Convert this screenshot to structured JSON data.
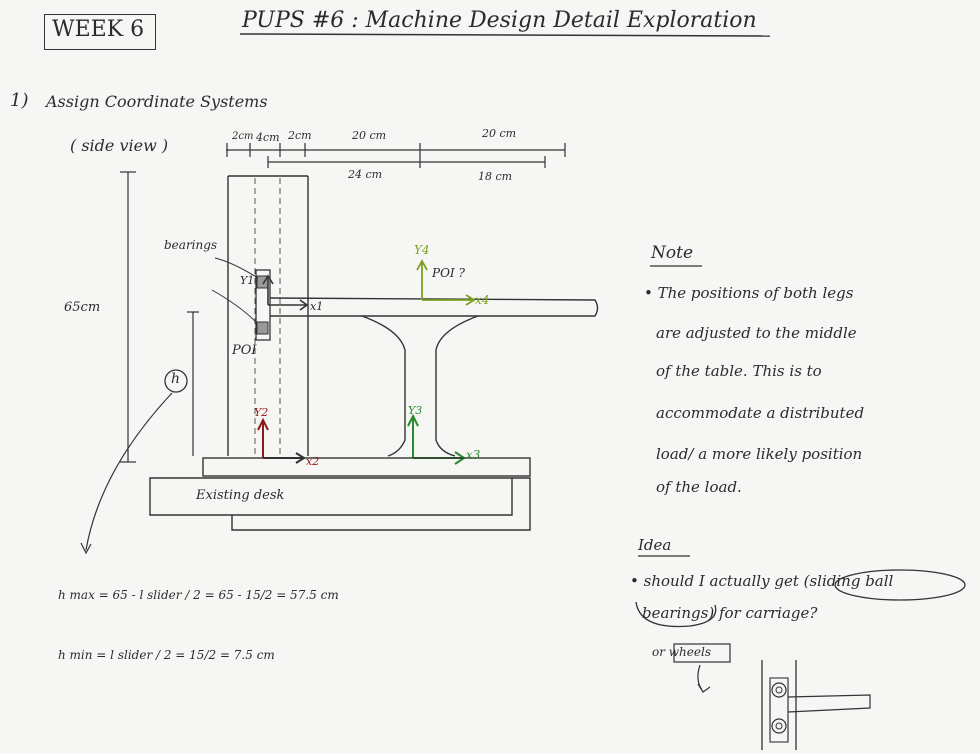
{
  "header": {
    "week": "WEEK 6",
    "title": "PUPS #6 : Machine Design Detail Exploration"
  },
  "section": {
    "number": "1)",
    "heading": "Assign Coordinate Systems",
    "view": "( side view )"
  },
  "dimensions": {
    "top": [
      "2cm",
      "4cm",
      "2cm",
      "20 cm",
      "20 cm"
    ],
    "bottom": [
      "24 cm",
      "18 cm"
    ],
    "height": "65cm"
  },
  "labels": {
    "bearings": "bearings",
    "y1": "Y1",
    "x1": "x1",
    "poi_left": "POI",
    "poi_right": "POI ?",
    "y4": "Y4",
    "x4": "x4",
    "y2": "Y2",
    "x2": "x2",
    "y3": "Y3",
    "x3": "x3",
    "h": "h",
    "desk": "Existing desk"
  },
  "equations": {
    "hmax": "h max = 65 - l slider / 2 = 65 - 15/2 = 57.5 cm",
    "hmin": "h min = l slider / 2 = 15/2 = 7.5 cm"
  },
  "note": {
    "title": "Note",
    "lines": [
      "• The positions of both legs",
      "are adjusted to the middle",
      "of the table. This is to",
      "accommodate a distributed",
      "load/ a more likely position",
      "of the load."
    ]
  },
  "idea": {
    "title": "Idea",
    "lines": [
      "• should I actually get (sliding ball",
      "bearings) for carriage?"
    ],
    "alt": "or wheels"
  },
  "colors": {
    "green": "#2a8a2a",
    "yellow_green": "#7aa21e",
    "red": "#8b1a1a"
  }
}
